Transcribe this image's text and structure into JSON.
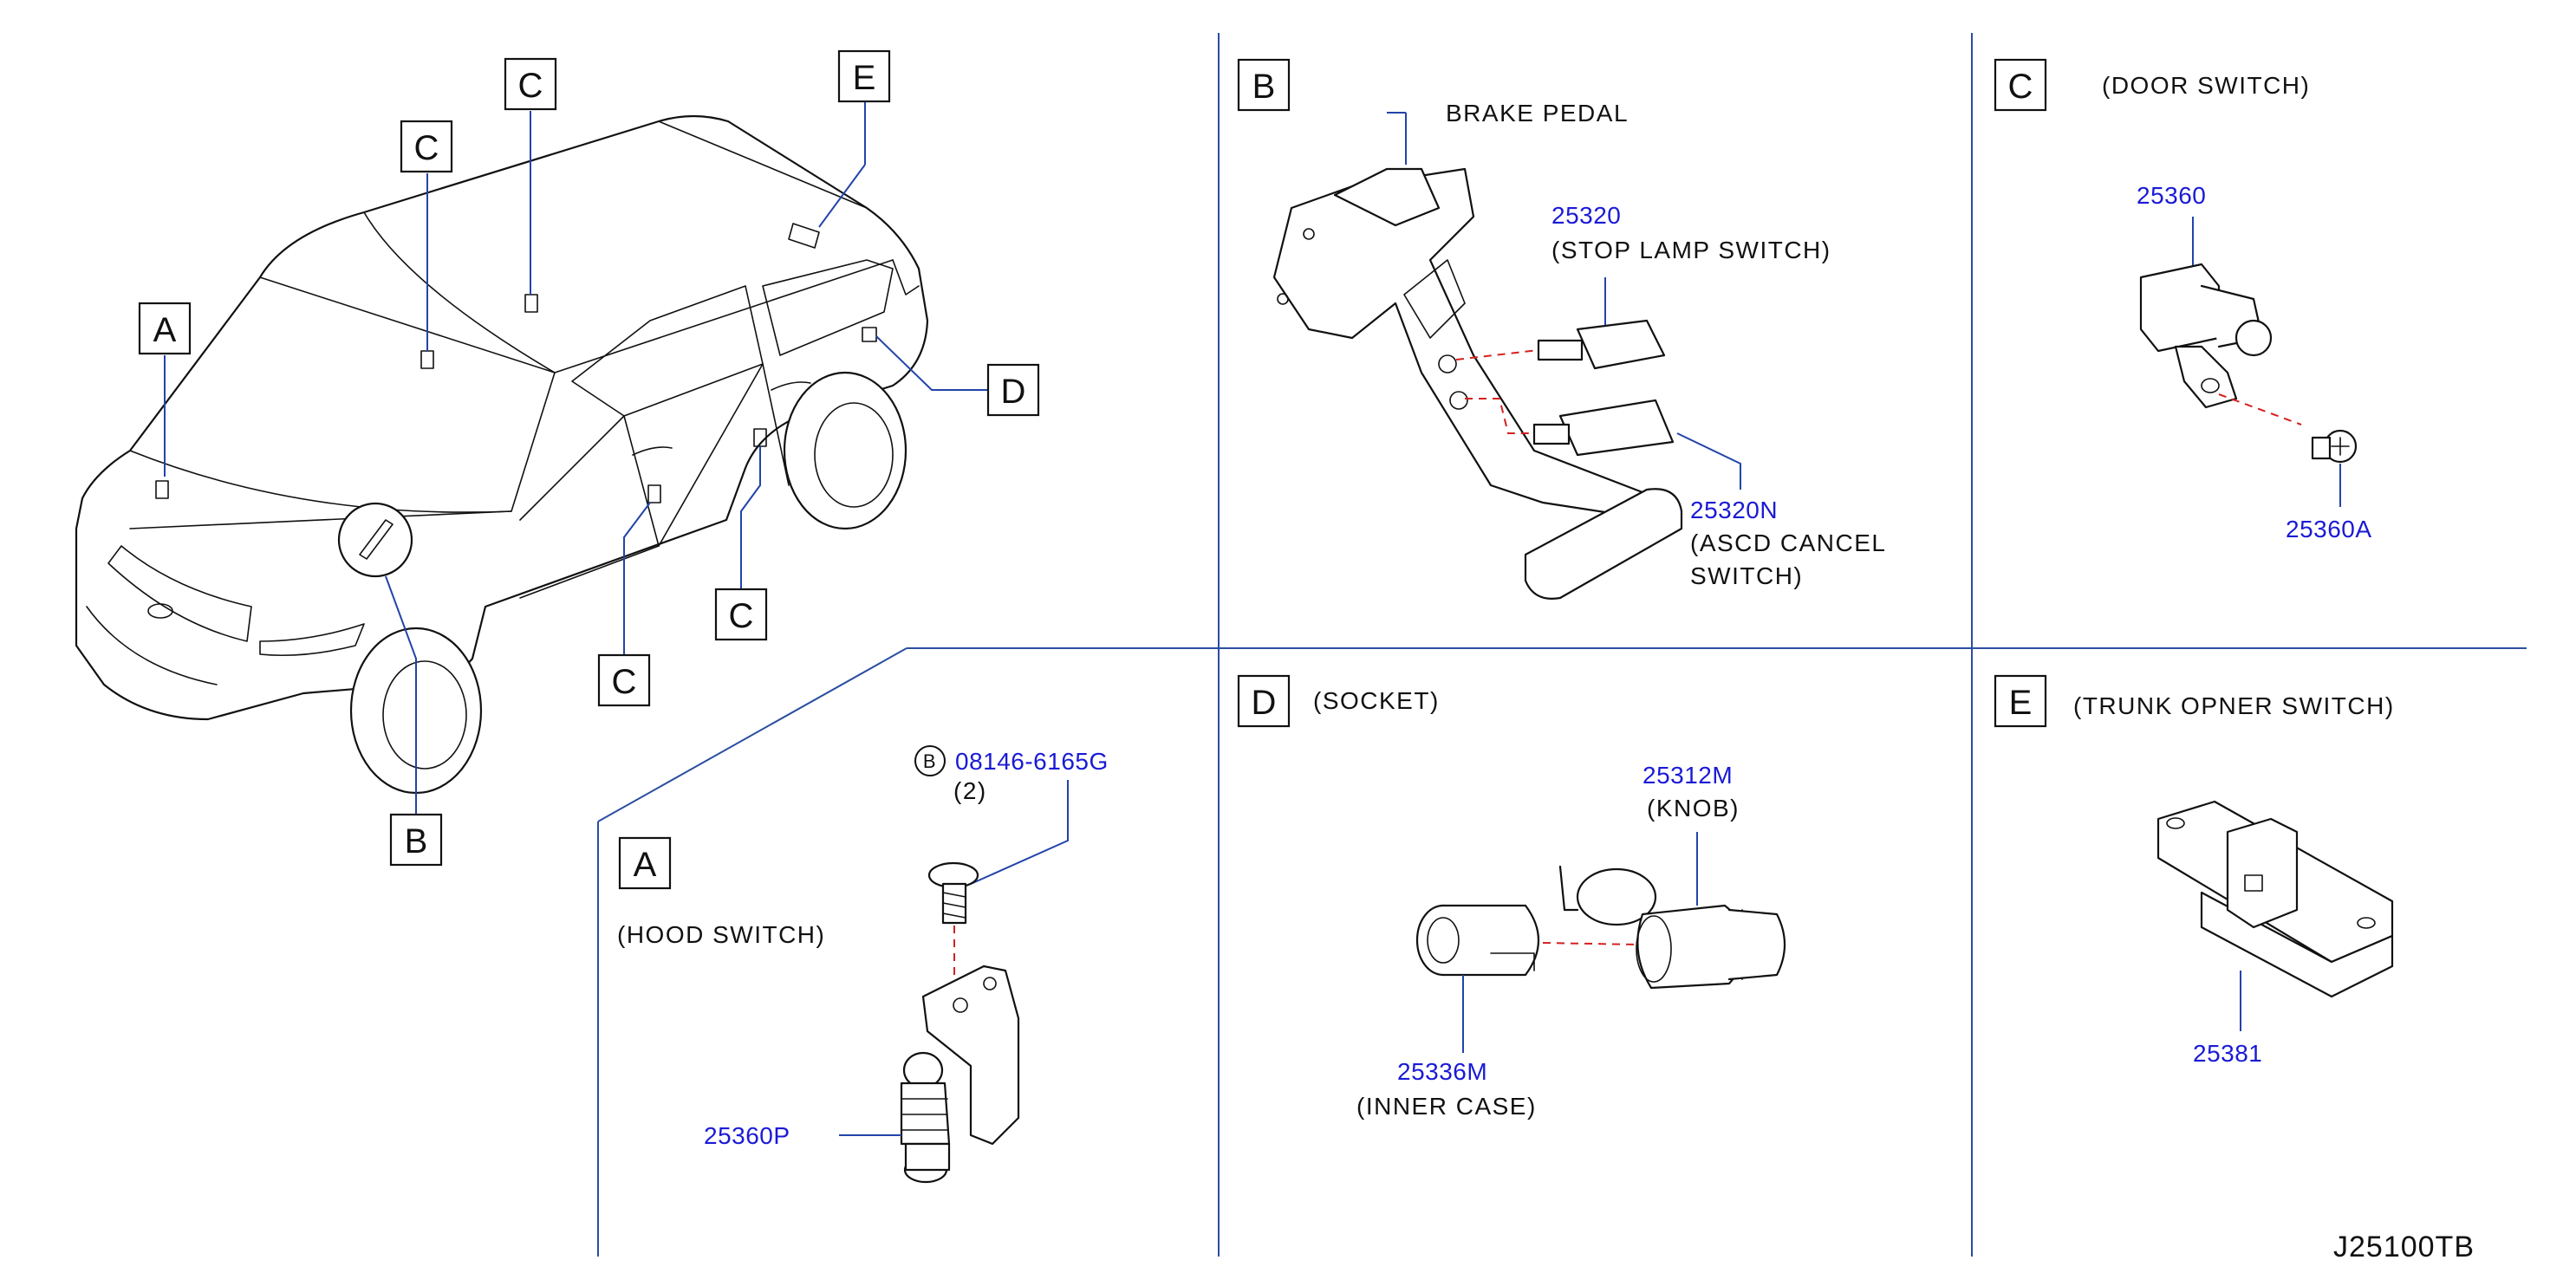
{
  "diagram_code": "J25100TB",
  "overview": {
    "callouts": [
      "A",
      "B",
      "C",
      "C",
      "C",
      "C",
      "D",
      "E"
    ]
  },
  "sections": {
    "A": {
      "letter": "A",
      "title": "(HOOD   SWITCH)",
      "bolt": {
        "symbol": "B",
        "part_no": "08146-6165G",
        "qty": "(2)"
      },
      "switch_part_no": "25360P"
    },
    "B": {
      "letter": "B",
      "title": "BRAKE   PEDAL",
      "stop_lamp": {
        "part_no": "25320",
        "desc": "(STOP   LAMP   SWITCH)"
      },
      "ascd": {
        "part_no": "25320N",
        "desc_line1": "(ASCD   CANCEL",
        "desc_line2": "SWITCH)"
      }
    },
    "C": {
      "letter": "C",
      "title": "(DOOR   SWITCH)",
      "switch_part_no": "25360",
      "screw_part_no": "25360A"
    },
    "D": {
      "letter": "D",
      "title": "(SOCKET)",
      "knob": {
        "part_no": "25312M",
        "desc": "(KNOB)"
      },
      "inner_case": {
        "part_no": "25336M",
        "desc": "(INNER   CASE)"
      }
    },
    "E": {
      "letter": "E",
      "title": "(TRUNK   OPNER   SWITCH)",
      "part_no": "25381"
    }
  }
}
